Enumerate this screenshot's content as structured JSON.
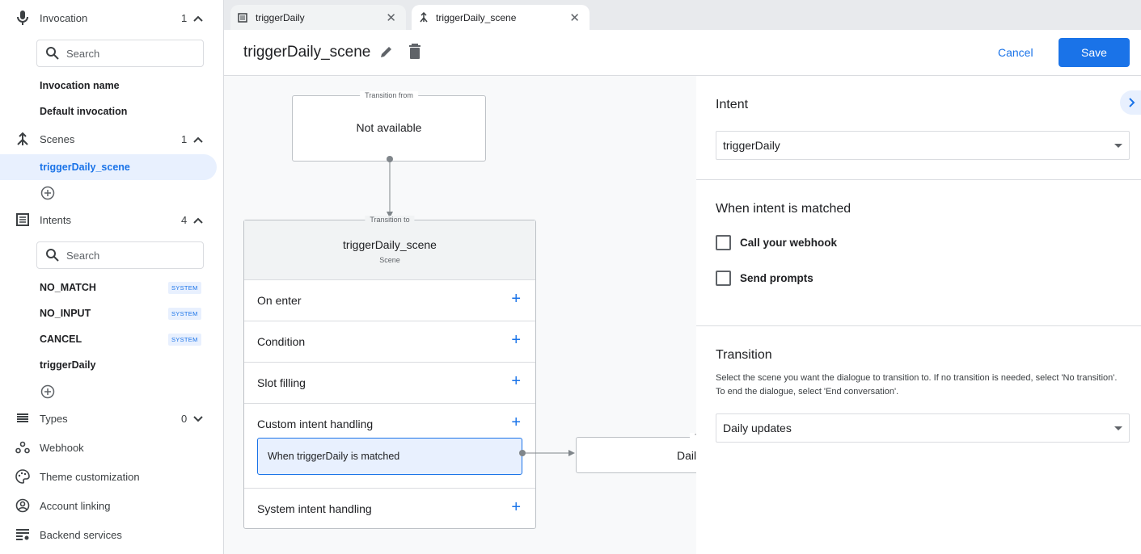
{
  "sidebar": {
    "invocation": {
      "label": "Invocation",
      "count": "1",
      "search_placeholder": "Search",
      "items": [
        "Invocation name",
        "Default invocation"
      ]
    },
    "scenes": {
      "label": "Scenes",
      "count": "1",
      "items": [
        "triggerDaily_scene"
      ]
    },
    "intents": {
      "label": "Intents",
      "count": "4",
      "search_placeholder": "Search",
      "items": [
        {
          "name": "NO_MATCH",
          "badge": "SYSTEM"
        },
        {
          "name": "NO_INPUT",
          "badge": "SYSTEM"
        },
        {
          "name": "CANCEL",
          "badge": "SYSTEM"
        },
        {
          "name": "triggerDaily",
          "badge": ""
        }
      ]
    },
    "types": {
      "label": "Types",
      "count": "0"
    },
    "links": [
      "Webhook",
      "Theme customization",
      "Account linking",
      "Backend services"
    ]
  },
  "tabs": [
    {
      "label": "triggerDaily",
      "icon": "intent-icon"
    },
    {
      "label": "triggerDaily_scene",
      "icon": "scene-icon",
      "active": true
    }
  ],
  "header": {
    "title": "triggerDaily_scene",
    "cancel": "Cancel",
    "save": "Save"
  },
  "canvas": {
    "from": {
      "legend": "Transition from",
      "text": "Not available"
    },
    "to": {
      "legend": "Transition to",
      "title": "triggerDaily_scene",
      "subtitle": "Scene"
    },
    "rows": [
      "On enter",
      "Condition",
      "Slot filling",
      "Custom intent handling",
      "System intent handling"
    ],
    "handler": "When triggerDaily is matched",
    "target": {
      "legend": "Tr",
      "text": "Dail"
    }
  },
  "panel": {
    "intent_label": "Intent",
    "intent_value": "triggerDaily",
    "matched_label": "When intent is matched",
    "checkboxes": [
      {
        "label": "Call your webhook",
        "checked": false
      },
      {
        "label": "Send prompts",
        "checked": false
      }
    ],
    "transition_label": "Transition",
    "transition_desc": "Select the scene you want the dialogue to transition to. If no transition is needed, select 'No transition'. To end the dialogue, select 'End conversation'.",
    "transition_value": "Daily updates"
  },
  "colors": {
    "accent": "#1a73e8",
    "selected_bg": "#e8f0fe"
  }
}
